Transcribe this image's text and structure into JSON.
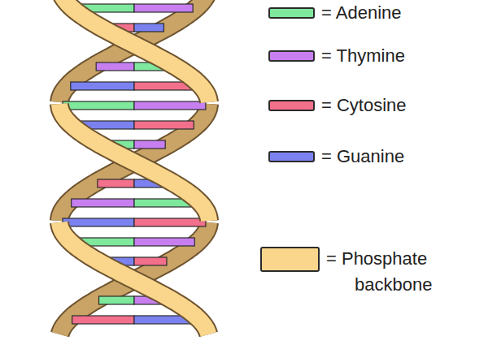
{
  "diagram": {
    "legend": [
      {
        "text": "= Adenine",
        "color": "#7ee89c"
      },
      {
        "text": "= Thymine",
        "color": "#c77ff0"
      },
      {
        "text": "= Cytosine",
        "color": "#f2708c"
      },
      {
        "text": "= Guanine",
        "color": "#7b82f0"
      },
      {
        "text": "= Phosphate backbone",
        "color": "#fad68c"
      }
    ]
  }
}
